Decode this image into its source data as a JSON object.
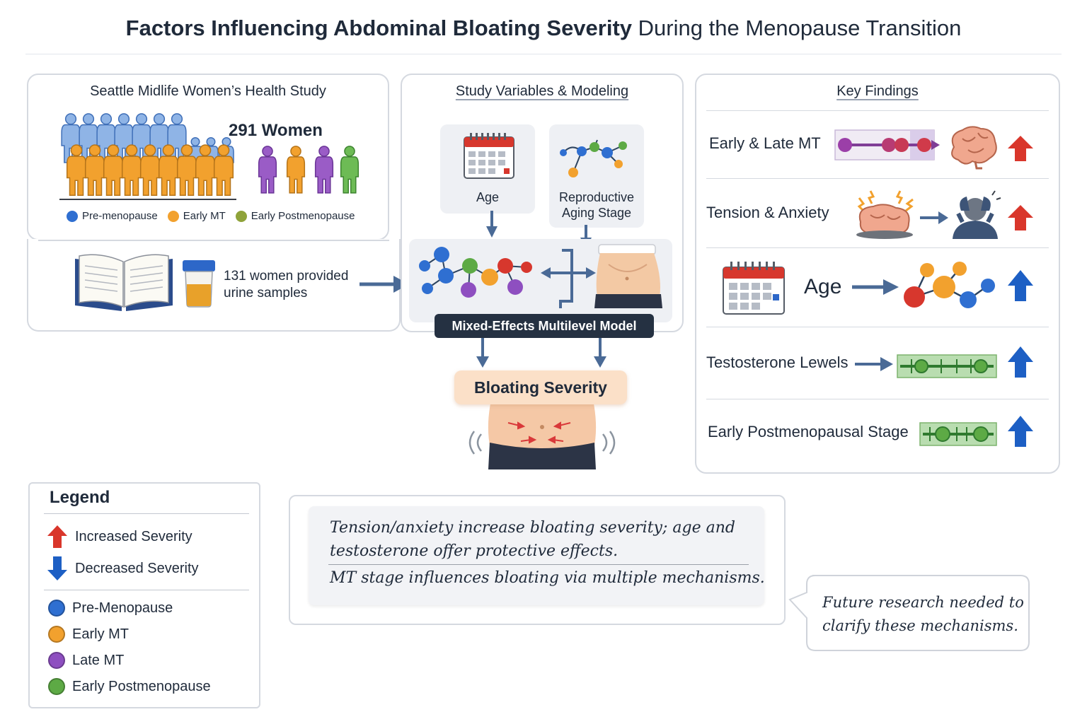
{
  "title": {
    "bold": "Factors Influencing Abdominal Bloating Severity",
    "rest": "During the Menopause Transition"
  },
  "study": {
    "title": "Seattle Midlife Women’s Health Study",
    "count": "291 Women",
    "legend": [
      "Pre-menopause",
      "Early MT",
      "Early Postmenopause"
    ],
    "urine": [
      "131 women provided",
      "urine samples"
    ]
  },
  "variables": {
    "title": "Study Variables & Modeling",
    "age": "Age",
    "stage": [
      "Reproductive",
      "Aging Stage"
    ],
    "model": "Mixed-Effects Multilevel Model",
    "outcome": "Bloating Severity"
  },
  "findings": {
    "title": "Key Findings",
    "rows": [
      {
        "label": "Early & Late MT",
        "direction": "up",
        "color": "#d9362b"
      },
      {
        "label": "Tension & Anxiety",
        "direction": "up",
        "color": "#d9362b"
      },
      {
        "label": "Age",
        "direction": "up",
        "color": "#1d5fc4"
      },
      {
        "label": "Testosterone Lewels",
        "direction": "up",
        "color": "#1d5fc4"
      },
      {
        "label": "Early Postmenopausal Stage",
        "direction": "up",
        "color": "#1d5fc4"
      }
    ]
  },
  "legend": {
    "title": "Legend",
    "increased": "Increased Severity",
    "decreased": "Decreased Severity",
    "groups": [
      {
        "label": "Pre-Menopause",
        "color": "#2f6fd1"
      },
      {
        "label": "Early MT",
        "color": "#f2a12e"
      },
      {
        "label": "Late MT",
        "color": "#8e4fc0"
      },
      {
        "label": "Early Postmenopause",
        "color": "#5daa45"
      }
    ]
  },
  "summary": {
    "line1": "Tension/anxiety increase bloating severity; age and",
    "line2": "testosterone offer protective effects.",
    "line3": "MT stage influences bloating via multiple mechanisms."
  },
  "future": {
    "line1": "Future research needed to",
    "line2": "clarify these mechanisms."
  },
  "colors": {
    "pre": "#2f6fd1",
    "early_mt": "#f2a12e",
    "late_mt": "#8e4fc0",
    "post": "#5daa45",
    "increase": "#d9362b",
    "decrease": "#1d5fc4"
  }
}
